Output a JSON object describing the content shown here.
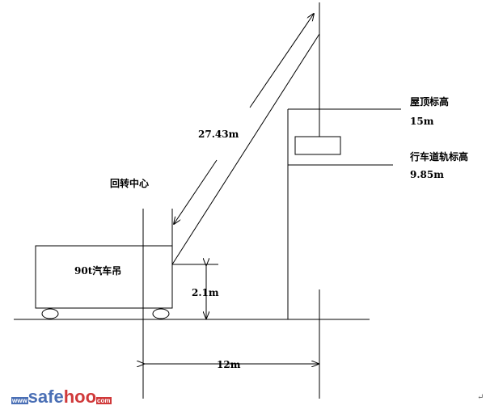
{
  "labels": {
    "rotation_center": "回转中心",
    "crane": "90t汽车吊",
    "boom_length": "27.43m",
    "pivot_height": "2.1m",
    "distance": "12m",
    "roof_title": "屋顶标高",
    "roof_value": "15m",
    "rail_title": "行车道轨标高",
    "rail_value": "9.85m",
    "return_mark": "↵"
  },
  "logo": {
    "www": "www",
    "safe": "safe",
    "hoo": "hoo",
    "com": "com"
  }
}
